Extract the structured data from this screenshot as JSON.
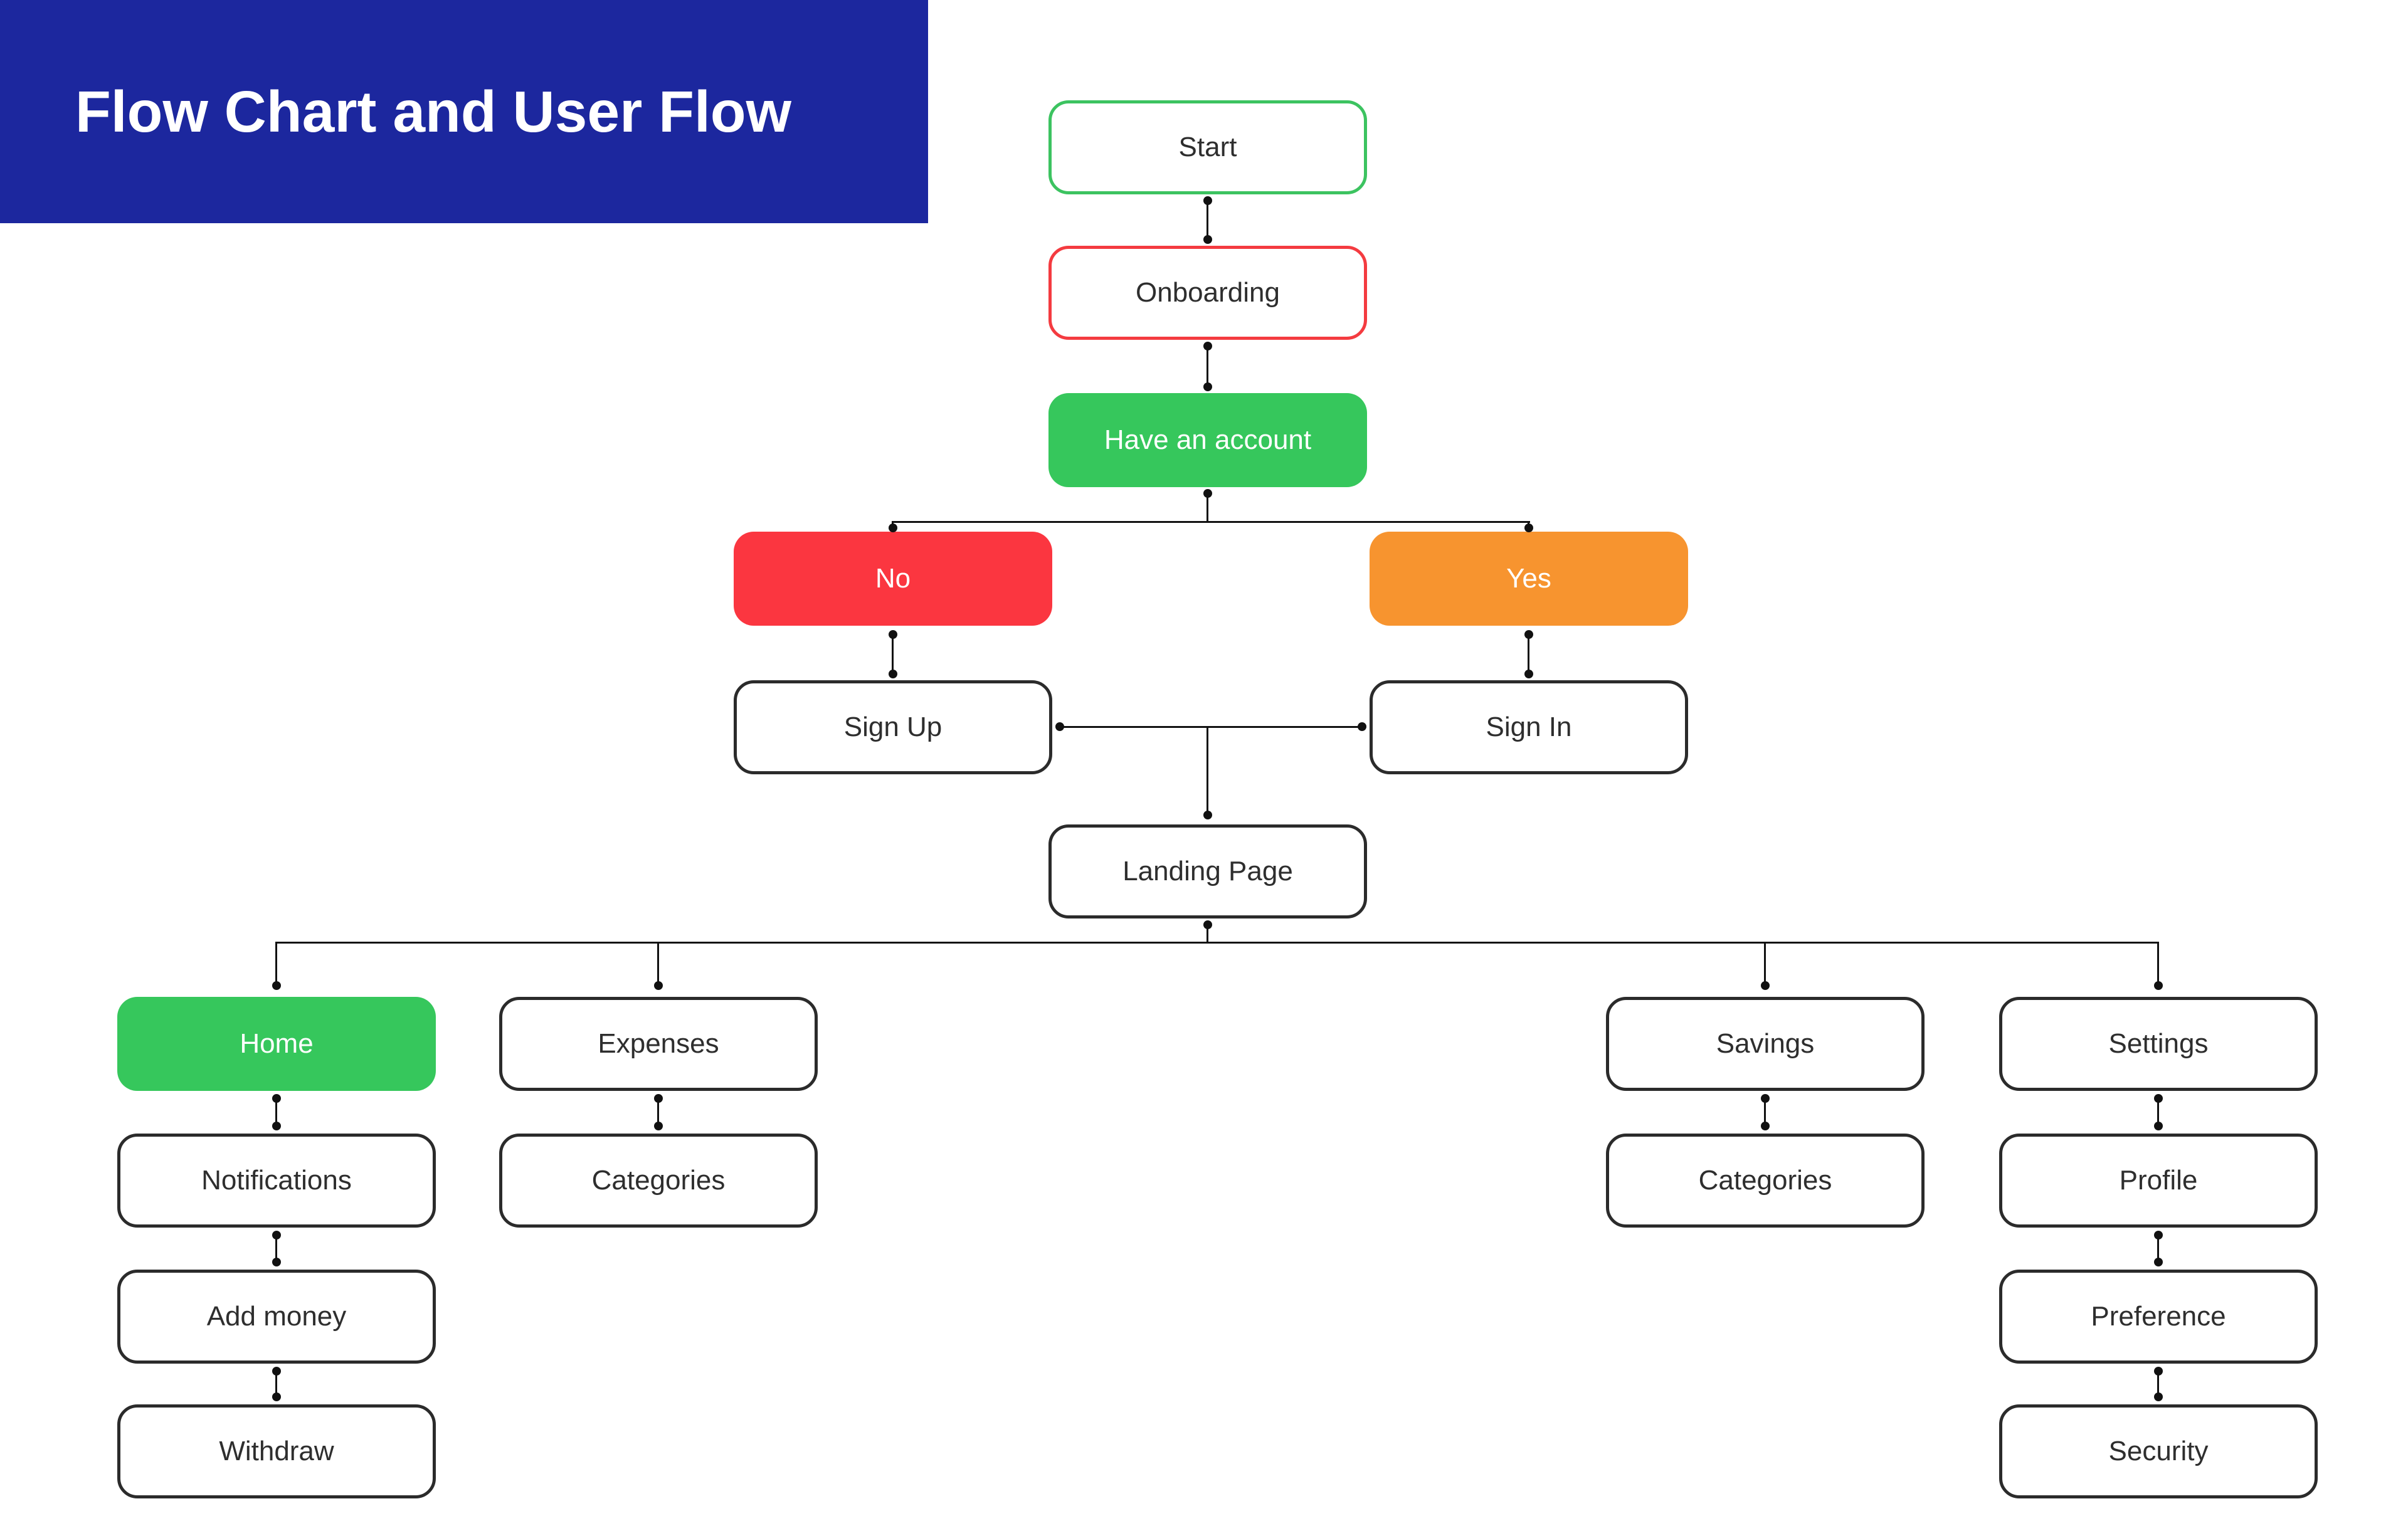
{
  "title": "Flow Chart and User Flow",
  "colors": {
    "banner_bg": "#1C279E",
    "node_green": "#36C75C",
    "node_red": "#FB3640",
    "node_orange": "#F7942F",
    "border_green": "#3CC360",
    "border_red": "#F43B40",
    "border_dark": "#2B2B2B",
    "line_black": "#111111",
    "text_dark": "#2E2E2E",
    "text_light": "#FFFFFF"
  },
  "nodes": {
    "start": {
      "label": "Start"
    },
    "onboarding": {
      "label": "Onboarding"
    },
    "have_account": {
      "label": "Have an account"
    },
    "no": {
      "label": "No"
    },
    "yes": {
      "label": "Yes"
    },
    "sign_up": {
      "label": "Sign Up"
    },
    "sign_in": {
      "label": "Sign In"
    },
    "landing_page": {
      "label": "Landing Page"
    },
    "home": {
      "label": "Home"
    },
    "expenses": {
      "label": "Expenses"
    },
    "savings": {
      "label": "Savings"
    },
    "settings": {
      "label": "Settings"
    },
    "notifications": {
      "label": "Notifications"
    },
    "categories_expenses": {
      "label": "Categories"
    },
    "categories_savings": {
      "label": "Categories"
    },
    "profile": {
      "label": "Profile"
    },
    "add_money": {
      "label": "Add money"
    },
    "preference": {
      "label": "Preference"
    },
    "withdraw": {
      "label": "Withdraw"
    },
    "security": {
      "label": "Security"
    }
  }
}
